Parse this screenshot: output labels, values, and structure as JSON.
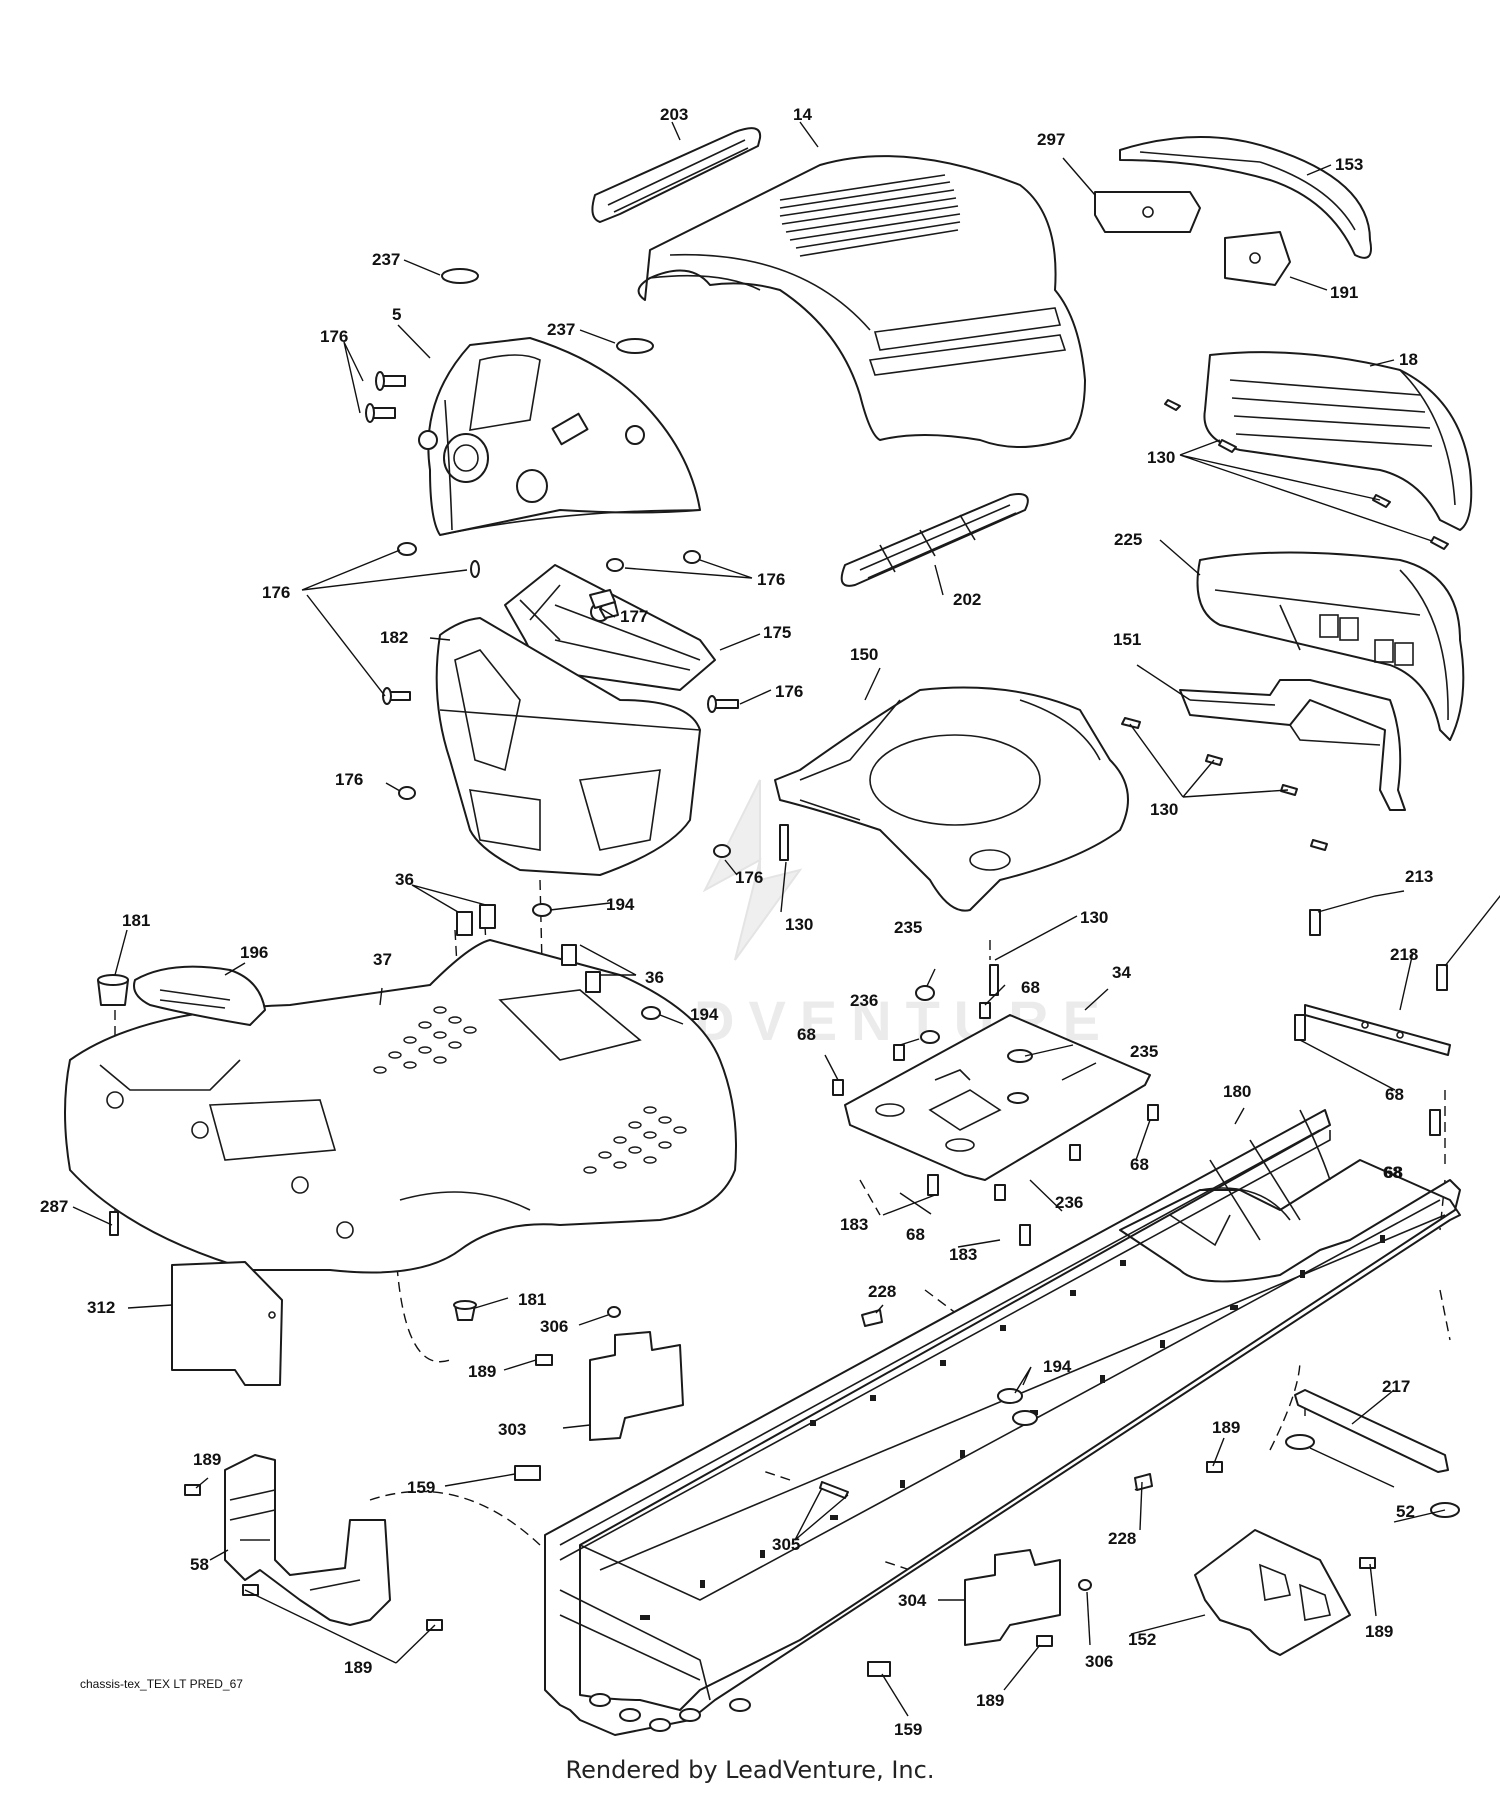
{
  "footer": {
    "drawing_id": "chassis-tex_TEX LT PRED_67",
    "credit": "Rendered by LeadVenture, Inc."
  },
  "watermark": "LEADVENTURE",
  "callouts": [
    "203",
    "14",
    "297",
    "153",
    "191",
    "237",
    "237",
    "5",
    "176",
    "18",
    "130",
    "225",
    "202",
    "176",
    "176",
    "177",
    "175",
    "182",
    "150",
    "151",
    "176",
    "176",
    "130",
    "176",
    "130",
    "130",
    "36",
    "194",
    "235",
    "68",
    "34",
    "181",
    "196",
    "37",
    "36",
    "213",
    "218",
    "236",
    "194",
    "68",
    "235",
    "68",
    "68",
    "287",
    "180",
    "183",
    "68",
    "236",
    "183",
    "68",
    "68",
    "312",
    "181",
    "228",
    "306",
    "194",
    "189",
    "217",
    "303",
    "189",
    "189",
    "52",
    "159",
    "228",
    "305",
    "58",
    "304",
    "152",
    "189",
    "306",
    "189",
    "189",
    "159"
  ],
  "colors": {
    "ink": "#1a1a1a",
    "paper": "#ffffff",
    "watermark": "#ebebeb"
  }
}
